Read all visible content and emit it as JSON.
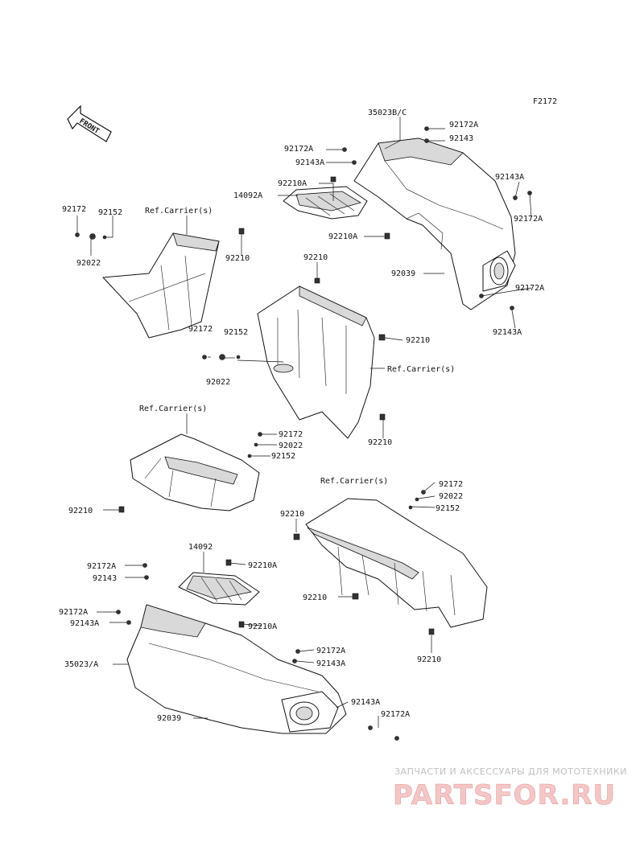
{
  "figure_code": "F2172",
  "front_label": "FRONT",
  "colors": {
    "line": "#111111",
    "watermark_red": "#e89a9a",
    "watermark_gray": "#c0c0c0"
  },
  "labels": {
    "a_35023bc": "35023B/C",
    "a_92172a_1": "92172A",
    "a_92143_1": "92143",
    "a_92172a_2": "92172A",
    "a_92143a_2": "92143A",
    "a_92143a_3": "92143A",
    "a_92172a_3": "92172A",
    "a_92210a_1": "92210A",
    "a_14092a": "14092A",
    "a_92210a_2": "92210A",
    "a_92039_1": "92039",
    "a_92172a_4": "92172A",
    "a_92143a_4": "92143A",
    "b_92172": "92172",
    "b_92152": "92152",
    "b_ref": "Ref.Carrier(s)",
    "b_92022": "92022",
    "b_92210": "92210",
    "c_92210_top": "92210",
    "c_92172": "92172",
    "c_92152": "92152",
    "c_92022": "92022",
    "c_92210_right": "92210",
    "c_ref": "Ref.Carrier(s)",
    "c_92210_bottom": "92210",
    "d_ref": "Ref.Carrier(s)",
    "d_92172": "92172",
    "d_92022": "92022",
    "d_92152": "92152",
    "d_92210": "92210",
    "e_ref": "Ref.Carrier(s)",
    "e_92172": "92172",
    "e_92022": "92022",
    "e_92152": "92152",
    "e_92210_1": "92210",
    "e_92210_2": "92210",
    "e_92210_3": "92210",
    "f_14092": "14092",
    "f_92172a_1": "92172A",
    "f_92210a_1": "92210A",
    "f_92143": "92143",
    "f_92172a_2": "92172A",
    "f_92143a_2": "92143A",
    "f_92210a_2": "92210A",
    "f_92172a_3": "92172A",
    "f_35023a": "35023/A",
    "f_92143a_3": "92143A",
    "f_92143a_4": "92143A",
    "f_92039": "92039",
    "f_92172a_4": "92172A"
  },
  "watermark": {
    "caption": "ЗАПЧАСТИ И АКСЕССУАРЫ ДЛЯ МОТОТЕХНИКИ",
    "brand": "PARTSFOR.RU"
  }
}
